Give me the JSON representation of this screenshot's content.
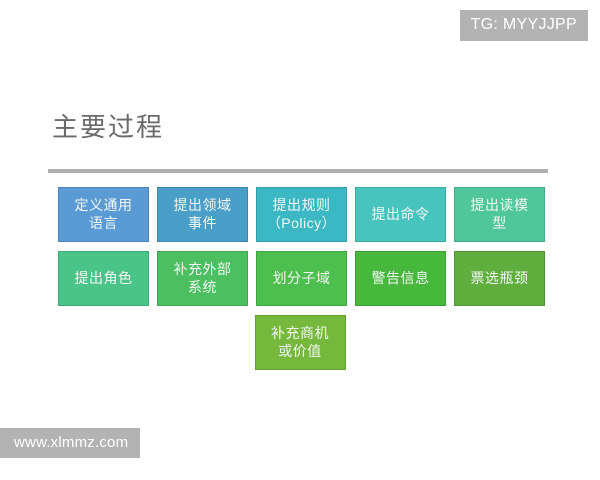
{
  "badge": {
    "text": "TG: MYYJJPP",
    "bg_color": "#b3b3b3",
    "text_color": "#ffffff"
  },
  "watermark": {
    "text": "www.xlmmz.com",
    "bg_color": "#b3b3b3",
    "text_color": "#ffffff"
  },
  "slide": {
    "title": "主要过程",
    "title_color": "#6b6b6b",
    "rule_color": "#b0b0b0",
    "background": "#ffffff"
  },
  "diagram": {
    "rows": [
      {
        "boxes": [
          {
            "lines": [
              "定义通用",
              "语言"
            ],
            "color": "#5b9bd5"
          },
          {
            "lines": [
              "提出领域",
              "事件"
            ],
            "color": "#4a9fc8"
          },
          {
            "lines": [
              "提出规则",
              "（Policy）"
            ],
            "color": "#3bb8c4"
          },
          {
            "lines": [
              "提出命令"
            ],
            "color": "#47c4bd"
          },
          {
            "lines": [
              "提出读模",
              "型"
            ],
            "color": "#4fc79b"
          }
        ]
      },
      {
        "boxes": [
          {
            "lines": [
              "提出角色"
            ],
            "color": "#4ac489"
          },
          {
            "lines": [
              "补充外部",
              "系统"
            ],
            "color": "#4cbf61"
          },
          {
            "lines": [
              "划分子域"
            ],
            "color": "#4cbf4f"
          },
          {
            "lines": [
              "警告信息"
            ],
            "color": "#46b93c"
          },
          {
            "lines": [
              "票选瓶颈"
            ],
            "color": "#5fae3e"
          }
        ]
      },
      {
        "centered": true,
        "boxes": [
          {
            "lines": [
              "补充商机",
              "或价值"
            ],
            "color": "#76b83c"
          }
        ]
      }
    ]
  }
}
